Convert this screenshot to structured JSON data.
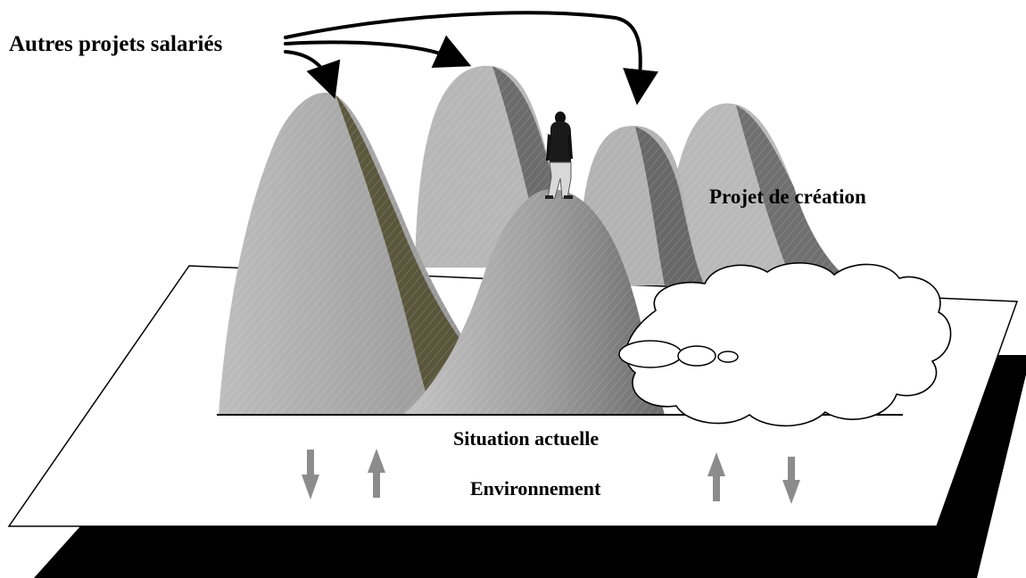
{
  "labels": {
    "autres_projets": "Autres projets salariés",
    "projet_creation": "Projet de création",
    "situation_actuelle": "Situation actuelle",
    "environnement": "Environnement"
  },
  "colors": {
    "shadow": "#000000",
    "plane": "#ffffff",
    "outline": "#000000",
    "hill_light": "#c8c8c8",
    "hill_mid": "#a9a9a9",
    "hill_dark": "#6e6e6e",
    "hill_olive": "#4e4a2c",
    "env_arrow": "#8c8c8c",
    "cloud_fill": "#ffffff"
  },
  "icons": [
    "person-standing",
    "thought-cloud",
    "down-arrow",
    "up-arrow",
    "curved-arrow"
  ]
}
